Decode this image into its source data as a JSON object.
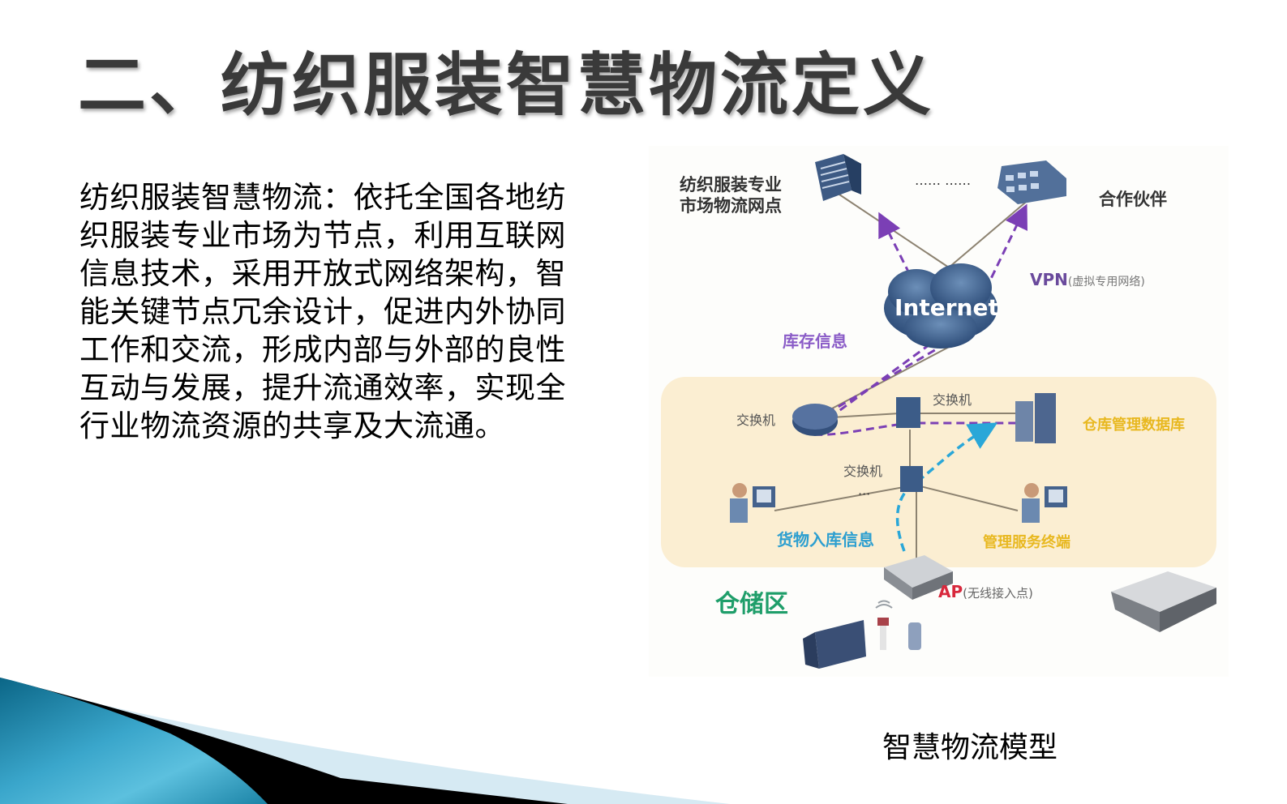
{
  "slide": {
    "title": "二、纺织服装智慧物流定义",
    "body": "纺织服装智慧物流：依托全国各地纺织服装专业市场为节点，利用互联网信息技术，采用开放式网络架构，智能关键节点冗余设计，促进内外协同工作和交流，形成内部与外部的良性互动与发展，提升流通效率，实现全行业物流资源的共享及大流通。",
    "caption": "智慧物流模型"
  },
  "diagram": {
    "nodes": {
      "market_node": "纺织服装专业\n市场物流网点",
      "market_node_line1": "纺织服装专业",
      "market_node_line2": "市场物流网点",
      "ellipsis_top": "…… ……",
      "partner": "合作伙伴",
      "vpn": "VPN",
      "vpn_note": "(虚拟专用网络)",
      "internet": "Internet",
      "inventory_info": "库存信息",
      "switch_router": "交换机",
      "switch_top": "交换机",
      "switch_mid": "交换机",
      "warehouse_db": "仓库管理数据库",
      "ellipsis_mid": "···",
      "goods_in_info": "货物入库信息",
      "mgmt_terminal": "管理服务终端",
      "storage_area": "仓储区",
      "ap": "AP",
      "ap_note": "(无线接入点)"
    },
    "colors": {
      "vpn_arrow": "#7b3fb5",
      "inventory_label": "#8a5cc7",
      "wireless_arrow": "#2aa7d8",
      "goods_label": "#2d9fd0",
      "storage_label": "#1f9e6a",
      "ap_label": "#d8283c",
      "yellow_label": "#e8b820",
      "lan_zone": "#fbeed2"
    }
  },
  "decor": {
    "wave_colors": [
      "#0e6f90",
      "#4bb4d6",
      "#000000",
      "#d4e9f2"
    ]
  }
}
